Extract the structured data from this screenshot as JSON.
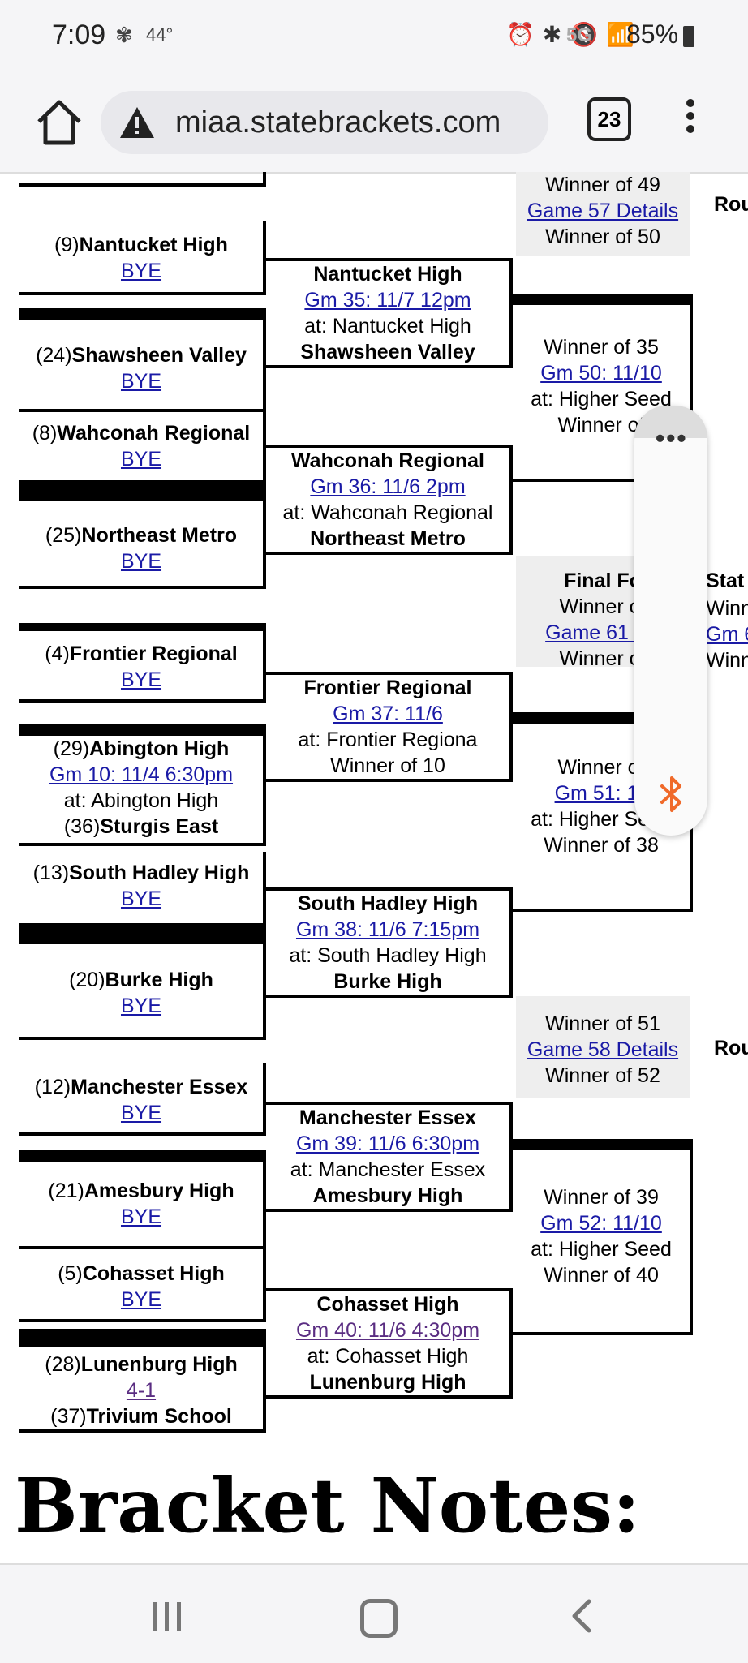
{
  "status_bar": {
    "time": "7:09",
    "temp": "44°",
    "network": "5G",
    "battery": "85%"
  },
  "browser": {
    "url": "miaa.statebrackets.com",
    "tab_count": "23"
  },
  "col1": [
    {
      "seed": "(9)",
      "team": "Nantucket High",
      "link": "BYE"
    },
    {
      "seed": "(24)",
      "team": "Shawsheen Valley",
      "link": "BYE"
    },
    {
      "seed": "(8)",
      "team": "Wahconah Regional",
      "link": "BYE"
    },
    {
      "seed": "(25)",
      "team": "Northeast Metro",
      "link": "BYE"
    },
    {
      "seed": "(4)",
      "team": "Frontier Regional",
      "link": "BYE"
    },
    {
      "seed": "(29)",
      "team": "Abington High",
      "link": "Gm 10: 11/4 6:30pm",
      "at": "at: Abington High",
      "seed2": "(36)",
      "team2": "Sturgis East"
    },
    {
      "seed": "(13)",
      "team": "South Hadley High",
      "link": "BYE"
    },
    {
      "seed": "(20)",
      "team": "Burke High",
      "link": "BYE"
    },
    {
      "seed": "(12)",
      "team": "Manchester Essex",
      "link": "BYE"
    },
    {
      "seed": "(21)",
      "team": "Amesbury High",
      "link": "BYE"
    },
    {
      "seed": "(5)",
      "team": "Cohasset High",
      "link": "BYE"
    },
    {
      "seed": "(28)",
      "team": "Lunenburg High",
      "link": "4-1",
      "seed2": "(37)",
      "team2": "Trivium School"
    }
  ],
  "col2": [
    {
      "team": "Nantucket High",
      "link": "Gm 35: 11/7 12pm",
      "at": "at: Nantucket High",
      "team2": "Shawsheen Valley"
    },
    {
      "team": "Wahconah Regional",
      "link": "Gm 36: 11/6 2pm",
      "at": "at: Wahconah Regional",
      "team2": "Northeast Metro"
    },
    {
      "team": "Frontier Regional",
      "link": "Gm 37: 11/6",
      "at": "at: Frontier Regiona",
      "team2": "Winner of 10"
    },
    {
      "team": "South Hadley High",
      "link": "Gm 38: 11/6 7:15pm",
      "at": "at: South Hadley High",
      "team2": "Burke High"
    },
    {
      "team": "Manchester Essex",
      "link": "Gm 39: 11/6 6:30pm",
      "at": "at: Manchester Essex",
      "team2": "Amesbury High"
    },
    {
      "team": "Cohasset High",
      "link": "Gm 40: 11/6 4:30pm",
      "at": "at: Cohasset High",
      "team2": "Lunenburg High"
    }
  ],
  "col3": [
    {
      "l1": "Winner of 35",
      "link": "Gm 50: 11/10",
      "at": "at: Higher Seed",
      "l2": "Winner of"
    },
    {
      "l1": "Winner of",
      "link": "Gm 51: 11",
      "at": "at: Higher Seed",
      "l2": "Winner of 38"
    },
    {
      "l1": "Winner of 39",
      "link": "Gm 52: 11/10",
      "at": "at: Higher Seed",
      "l2": "Winner of 40"
    }
  ],
  "gray_boxes": [
    {
      "l1": "Winner of 49",
      "link": "Game 57 Details",
      "l2": "Winner of 50"
    },
    {
      "title": "Final Fo",
      "l1": "Winner of",
      "link": "Game 61 De",
      "l2": "Winner of"
    },
    {
      "l1": "Winner of 51",
      "link": "Game 58 Details",
      "l2": "Winner of 52"
    }
  ],
  "edge_labels": {
    "rou1": "Rou",
    "stat": "Stat",
    "winn1": "Winn",
    "gm6": "Gm 6",
    "winn2": "Winn",
    "rou2": "Rou"
  },
  "notes_heading": "Bracket Notes:"
}
